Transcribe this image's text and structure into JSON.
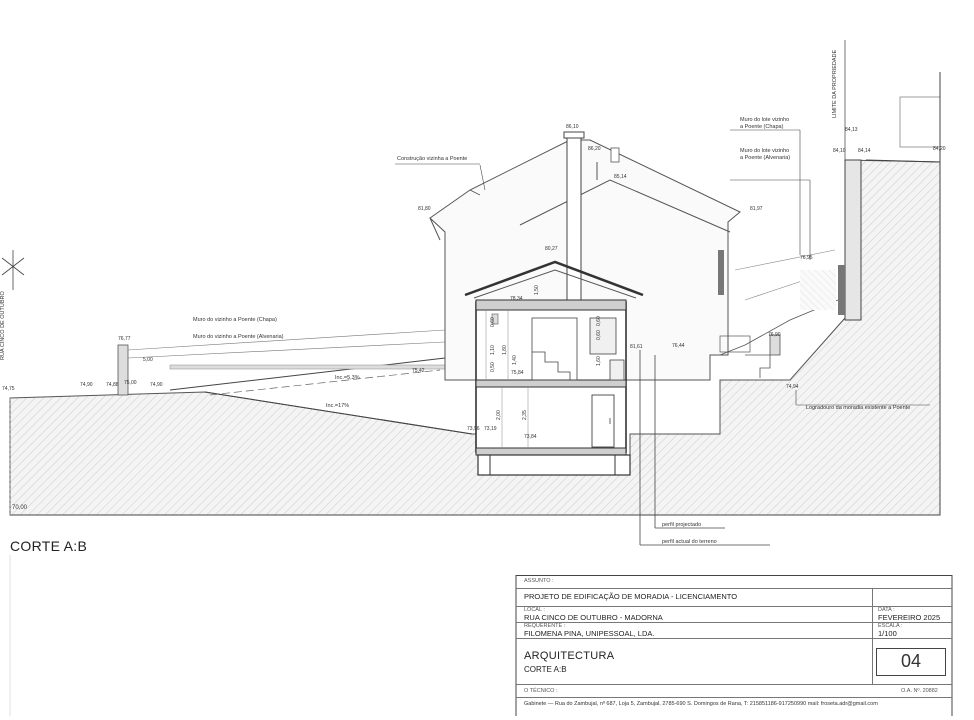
{
  "drawing": {
    "corte_title": "CORTE A:B",
    "street_label": "RUA CINCO DE OUTUBRO",
    "level_labels": {
      "base": "70,00",
      "street": "74,75",
      "l7490": "74,90",
      "l7488": "74,88",
      "l7500": "75,00",
      "l7490b": "74,90",
      "l7677": "76,77",
      "l500": "5,00",
      "l7542": "75,42",
      "l7584": "75,84",
      "l7396": "73,96",
      "l7319": "73,19",
      "l7384": "73,84",
      "l8027": "80,27",
      "l7834": "78,34",
      "l7644": "76,44",
      "l8161": "81,61",
      "l8080": "81,80",
      "l8197": "81,97",
      "l8514": "85,14",
      "l8620": "86,20",
      "l8610": "86,10",
      "l7695": "76,95",
      "l7690": "76,90",
      "l7494": "74,94",
      "l8413": "84,13",
      "l8410": "84,10",
      "l8414": "84,14",
      "l8420": "84,20"
    },
    "dims": [
      "1,50",
      "0,60",
      "1,10",
      "1,80",
      "0,60",
      "0,60",
      "1,60",
      "1,40",
      "0,50",
      "2,00",
      "2,35"
    ],
    "notes": {
      "neighbour_building": "Construção vizinha a Poente",
      "wall_sheet_left": "Muro do vizinho a Poente (Chapa)",
      "wall_masonry_left": "Muro do vizinho a Poente (Alvenaria)",
      "incline_1": "Inc.=5,3%",
      "incline_2": "Inc.=17%",
      "wall_sheet_right_1": "Muro do lote vizinho",
      "wall_sheet_right_2": "a Poente (Chapa)",
      "wall_masonry_right_1": "Muro do lote vizinho",
      "wall_masonry_right_2": "a Poente (Alvenaria)",
      "property_limit": "LIMITE DA PROPRIEDADE",
      "backyard": "Logradouro da moradia existente a Poente",
      "profile_projected": "perfil projectado",
      "profile_actual": "perfil actual do terreno"
    }
  },
  "title_block": {
    "assunto_label": "ASSUNTO :",
    "assunto": "PROJETO DE EDIFICAÇÃO DE MORADIA  -  LICENCIAMENTO",
    "local_label": "LOCAL :",
    "local": "RUA CINCO DE OUTUBRO - MADORNA",
    "data_label": "DATA :",
    "data": "FEVEREIRO 2025",
    "requerente_label": "REQUERENTE :",
    "requerente": "FILOMENA PINA, UNIPESSOAL, LDA.",
    "escala_label": "ESCALA :",
    "escala": "1/100",
    "discipline": "ARQUITECTURA",
    "drawing_name": "CORTE A:B",
    "sheet_number": "04",
    "tecnico_label": "O TÉCNICO :",
    "oa_number": "O.A. Nº. 20882",
    "footer": "Gabinete — Rua do Zambujal, nº 687, Loja 5, Zambujal, 2785-690 S. Domingos de Rana, T: 215851186-917250990  mail: froseta.adr@gmail.com"
  }
}
